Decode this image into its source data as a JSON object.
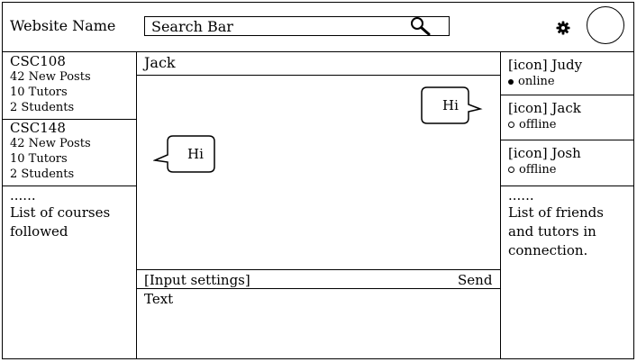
{
  "header": {
    "site_name": "Website Name",
    "search_placeholder": "Search Bar"
  },
  "courses": [
    {
      "code": "CSC108",
      "new_posts": "42 New Posts",
      "tutors": "10 Tutors",
      "students": "2 Students"
    },
    {
      "code": "CSC148",
      "new_posts": "42 New Posts",
      "tutors": "10 Tutors",
      "students": "2 Students"
    }
  ],
  "courses_footer": {
    "ellipsis": "......",
    "note": "List of courses followed"
  },
  "chat": {
    "partner": "Jack",
    "messages": [
      {
        "text": "Hi",
        "side": "right"
      },
      {
        "text": "Hi",
        "side": "left"
      }
    ],
    "input_settings": "[Input settings]",
    "send": "Send",
    "input_text": "Text"
  },
  "friends": [
    {
      "name": "[icon] Judy",
      "status": "online"
    },
    {
      "name": "[icon] Jack",
      "status": "offline"
    },
    {
      "name": "[icon] Josh",
      "status": "offline"
    }
  ],
  "friends_footer": {
    "ellipsis": "......",
    "note": "List of friends and tutors in connection."
  },
  "icons": {
    "search": "magnifier-icon",
    "settings": "gear-icon",
    "avatar": "user-avatar"
  }
}
